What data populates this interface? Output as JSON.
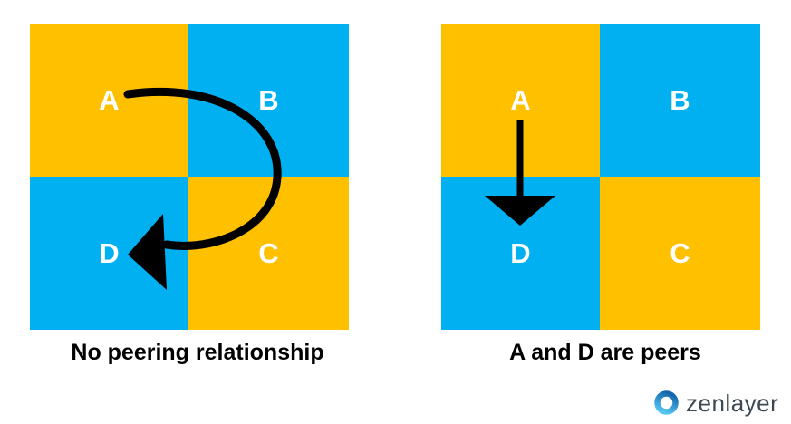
{
  "colors": {
    "orange": "#FFC000",
    "blue": "#00B0F0",
    "arrow": "#000000",
    "background": "#FFFFFF"
  },
  "panels": [
    {
      "id": "no-peering",
      "caption": "No peering relationship",
      "cells": [
        {
          "label": "A",
          "color": "#FFC000"
        },
        {
          "label": "B",
          "color": "#00B0F0"
        },
        {
          "label": "D",
          "color": "#00B0F0"
        },
        {
          "label": "C",
          "color": "#FFC000"
        }
      ],
      "arrow": {
        "type": "curved",
        "from": "A",
        "to": "D"
      }
    },
    {
      "id": "peers",
      "caption": "A and D are peers",
      "cells": [
        {
          "label": "A",
          "color": "#FFC000"
        },
        {
          "label": "B",
          "color": "#00B0F0"
        },
        {
          "label": "D",
          "color": "#00B0F0"
        },
        {
          "label": "C",
          "color": "#FFC000"
        }
      ],
      "arrow": {
        "type": "straight",
        "from": "A",
        "to": "D"
      }
    }
  ],
  "logo": {
    "text": "zenlayer",
    "text_color": "#3C4952",
    "ring_gradient_start": "#1467AC",
    "ring_gradient_end": "#55C6F1"
  }
}
